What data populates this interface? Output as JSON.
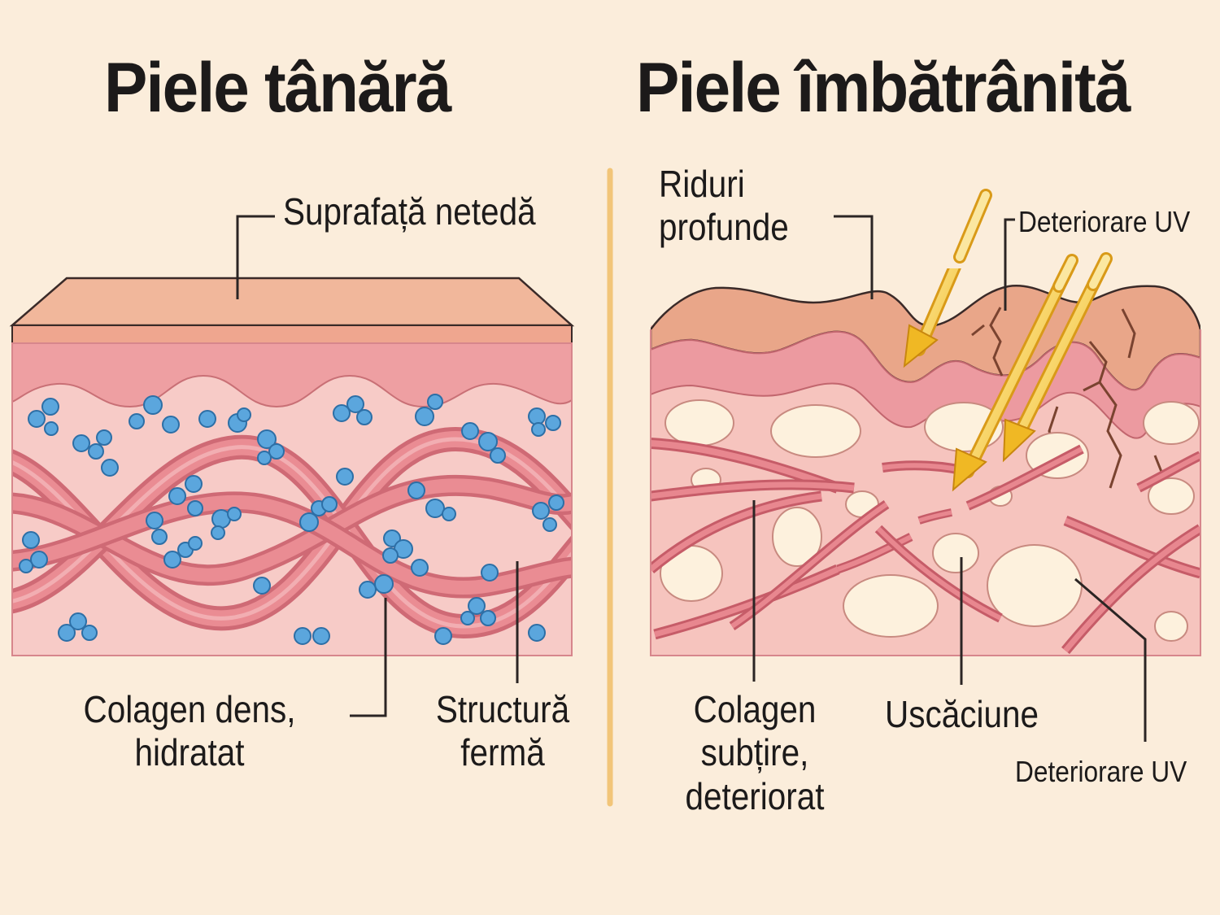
{
  "young": {
    "title": "Piele tânără",
    "label_surface": "Suprafață netedă",
    "label_collagen": [
      "Colagen dens,",
      "hidratat"
    ],
    "label_structure": [
      "Structură",
      "fermă"
    ]
  },
  "aged": {
    "title": "Piele îmbătrânită",
    "label_wrinkles": [
      "Riduri",
      "profunde"
    ],
    "label_uv_top": "Deteriorare UV",
    "label_collagen": [
      "Colagen",
      "subțire,",
      "deteriorat"
    ],
    "label_dryness": "Uscăciune",
    "label_uv_bottom": "Deteriorare UV"
  },
  "colors": {
    "background": "#fbeddb",
    "surface_layer": "#f0b69a",
    "epidermis": "#ec9ea0",
    "dermis": "#f6c8c4",
    "collagen_fiber": "#e07b84",
    "water_molecule": "#4d98d4",
    "uv_ray": "#f1bd2f",
    "divider": "#f2c578"
  }
}
